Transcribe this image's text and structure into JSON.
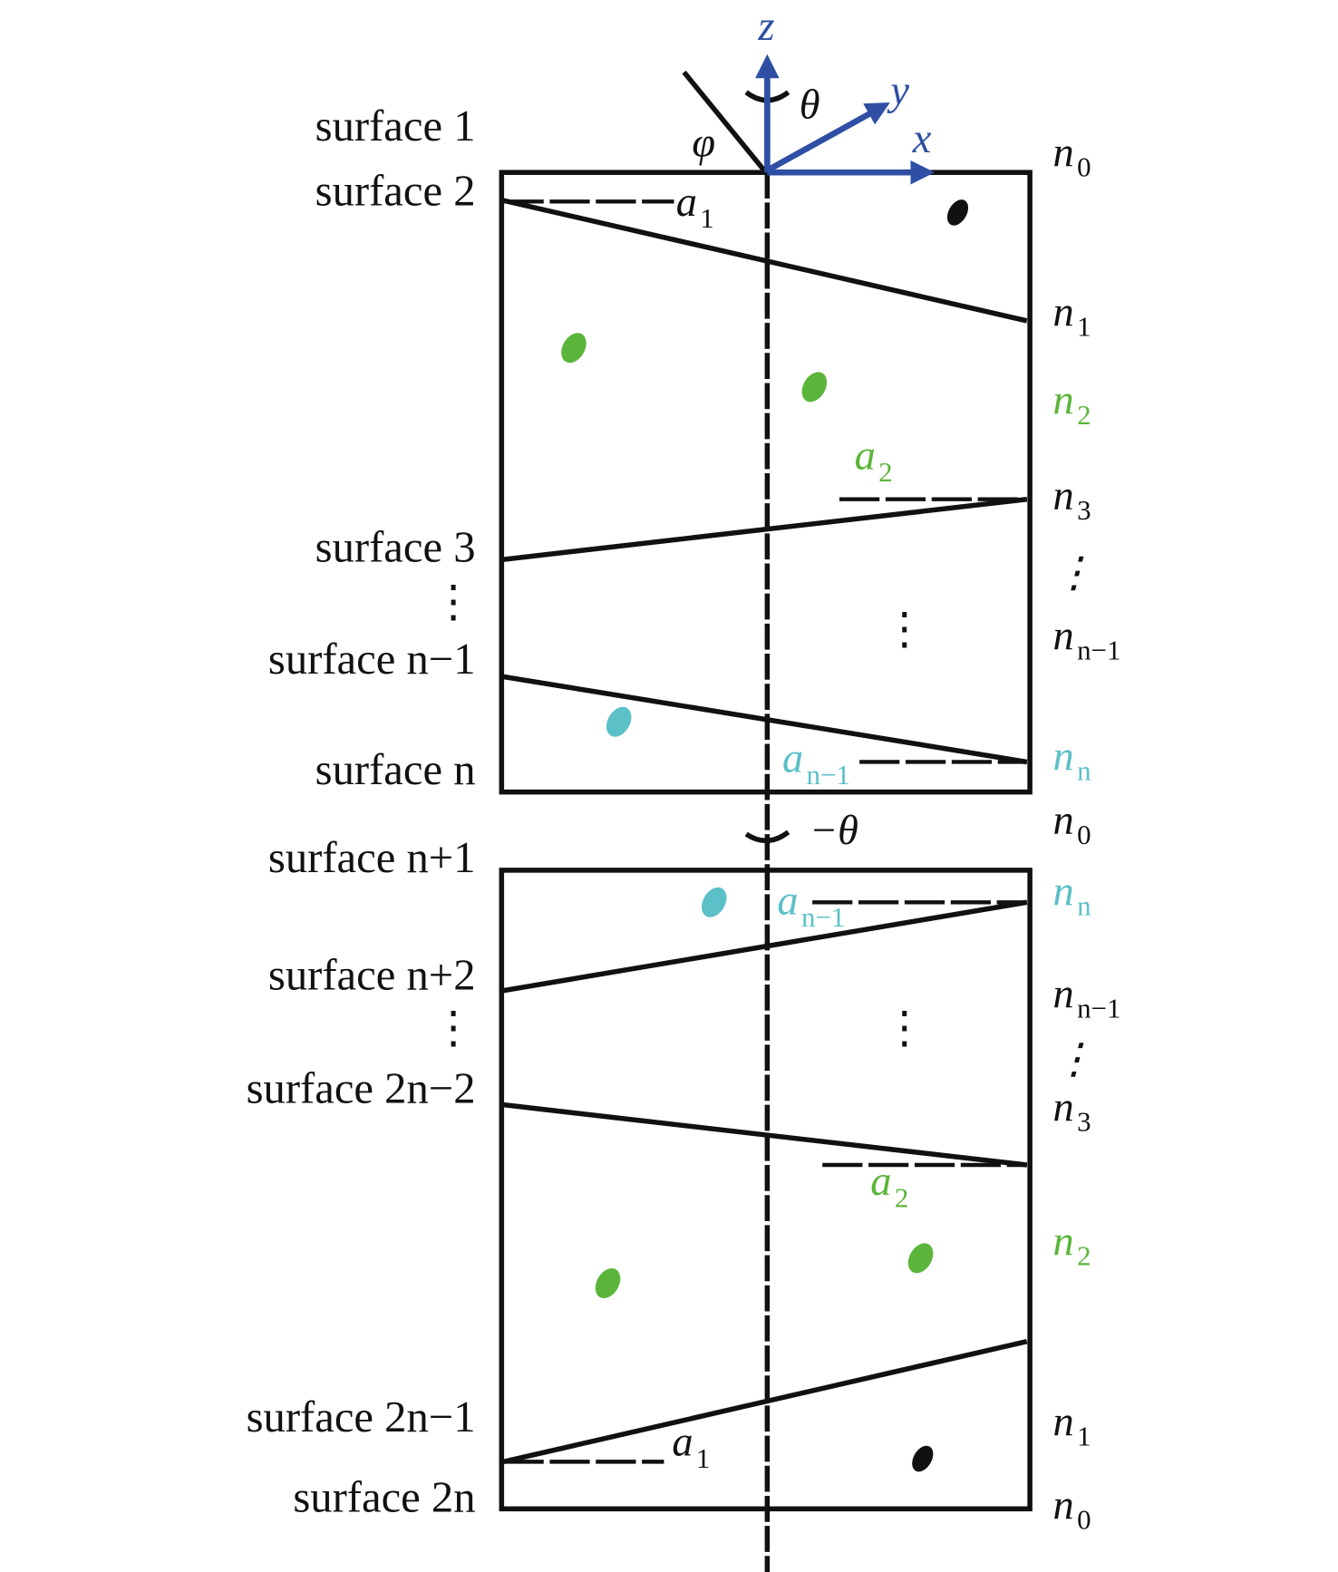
{
  "colors": {
    "axis": "#2e4fa3",
    "green": "#5bb53a",
    "teal": "#5bc0c8",
    "black": "#111111"
  },
  "axes": {
    "z": "z",
    "y": "y",
    "x": "x",
    "theta": "θ",
    "phi": "φ",
    "neg_theta": "−θ"
  },
  "left_labels": [
    {
      "text": "surface 1"
    },
    {
      "text": "surface 2"
    },
    {
      "text": "surface 3"
    },
    {
      "text": "⋮"
    },
    {
      "text": "surface n−1"
    },
    {
      "text": "surface n"
    },
    {
      "text": "surface n+1"
    },
    {
      "text": "surface n+2"
    },
    {
      "text": "⋮"
    },
    {
      "text": "surface 2n−2"
    },
    {
      "text": "surface 2n−1"
    },
    {
      "text": "surface 2n"
    }
  ],
  "right_labels": [
    {
      "n": "n",
      "sub": "0",
      "color": "#111111"
    },
    {
      "n": "n",
      "sub": "1",
      "color": "#111111"
    },
    {
      "n": "n",
      "sub": "2",
      "color": "#5bb53a"
    },
    {
      "n": "n",
      "sub": "3",
      "color": "#111111"
    },
    {
      "n": "⋮",
      "sub": "",
      "color": "#111111"
    },
    {
      "n": "n",
      "sub": "n−1",
      "color": "#111111"
    },
    {
      "n": "n",
      "sub": "n",
      "color": "#5bc0c8"
    },
    {
      "n": "n",
      "sub": "0",
      "color": "#111111"
    },
    {
      "n": "n",
      "sub": "n",
      "color": "#5bc0c8"
    },
    {
      "n": "n",
      "sub": "n−1",
      "color": "#111111"
    },
    {
      "n": "⋮",
      "sub": "",
      "color": "#111111"
    },
    {
      "n": "n",
      "sub": "3",
      "color": "#111111"
    },
    {
      "n": "n",
      "sub": "2",
      "color": "#5bb53a"
    },
    {
      "n": "n",
      "sub": "1",
      "color": "#111111"
    },
    {
      "n": "n",
      "sub": "0",
      "color": "#111111"
    }
  ],
  "angle_labels": [
    {
      "a": "a",
      "sub": "1",
      "color": "#111111"
    },
    {
      "a": "a",
      "sub": "2",
      "color": "#5bb53a"
    },
    {
      "a": "a",
      "sub": "n−1",
      "color": "#5bc0c8"
    },
    {
      "a": "a",
      "sub": "n−1",
      "color": "#5bc0c8"
    },
    {
      "a": "a",
      "sub": "2",
      "color": "#5bb53a"
    },
    {
      "a": "a",
      "sub": "1",
      "color": "#111111"
    }
  ],
  "inner_dots": [
    "⋮",
    "⋮"
  ]
}
